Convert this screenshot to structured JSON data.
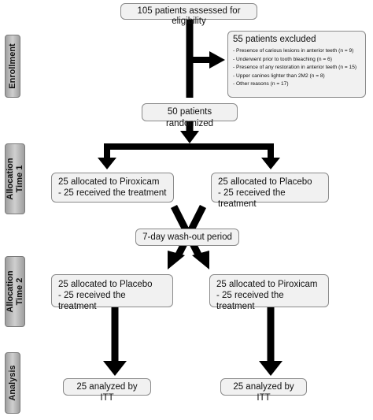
{
  "stages": {
    "enrollment": "Enrollment",
    "allocation1": [
      "Allocation",
      "Time 1"
    ],
    "allocation2": [
      "Allocation",
      "Time 2"
    ],
    "analysis": "Analysis"
  },
  "assessed": "105 patients assessed for eligibility",
  "excluded": {
    "title": "55 patients excluded",
    "reasons": [
      "- Presence of carious lesions in anterior teeth (n = 9)",
      "- Underwent prior to tooth bleaching (n = 6)",
      "- Presence of any restoration in anterior teeth (n = 15)",
      "- Upper canines lighter than 2M2 (n = 8)",
      "- Other reasons (n = 17)"
    ]
  },
  "randomized": "50 patients randomized",
  "time1": {
    "left": {
      "line1": "25 allocated to Piroxicam",
      "line2": "- 25 received the treatment"
    },
    "right": {
      "line1": "25 allocated to Placebo",
      "line2": "- 25 received the treatment"
    }
  },
  "washout": "7-day wash-out period",
  "time2": {
    "left": {
      "line1": "25 allocated to Placebo",
      "line2": "- 25 received the treatment"
    },
    "right": {
      "line1": "25 allocated to Piroxicam",
      "line2": "- 25 received the treatment"
    }
  },
  "analysis": {
    "left": "25 analyzed by ITT",
    "right": "25 analyzed by ITT"
  }
}
